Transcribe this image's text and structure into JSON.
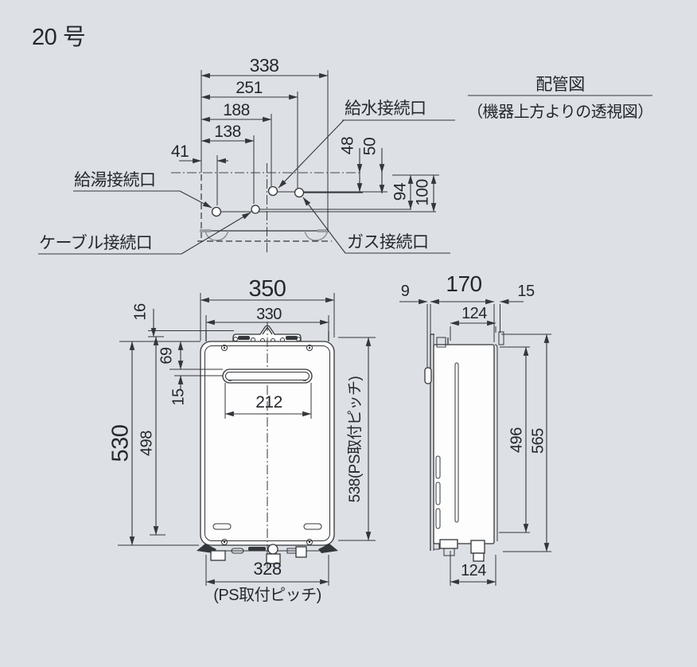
{
  "title": "20 号",
  "colors": {
    "background": "#dde0e4",
    "line": "#33363a",
    "text": "#24282c",
    "hidden_line": "#9aa0a6"
  },
  "piping_diagram": {
    "title": "配管図",
    "subtitle": "（機器上方よりの透視図）",
    "labels": {
      "water_inlet": "給水接続口",
      "hot_water_outlet": "給湯接続口",
      "cable": "ケーブル接続口",
      "gas": "ガス接続口"
    },
    "dims": {
      "overall_width": "338",
      "to_gas": "251",
      "to_water": "188",
      "to_cable": "138",
      "to_hot_water": "41",
      "depth_water": "48",
      "depth_gas": "50",
      "depth_cable": "94",
      "depth_hot_water": "100"
    }
  },
  "front_view": {
    "dims": {
      "overall_width": "350",
      "bracket_width": "330",
      "bracket_offset": "16",
      "vent_top": "69",
      "vent_height": "15",
      "vent_width": "212",
      "overall_height": "530",
      "inner_height": "498",
      "ps_height": "538(PS取付ピッチ)",
      "ps_width": "328",
      "ps_width_note": "(PS取付ピッチ)"
    }
  },
  "side_view": {
    "dims": {
      "wall_gap": "9",
      "overall_depth": "170",
      "front_clearance": "15",
      "top_pitch": "124",
      "inner_height": "496",
      "overall_height": "565",
      "bottom_pitch": "124"
    }
  }
}
